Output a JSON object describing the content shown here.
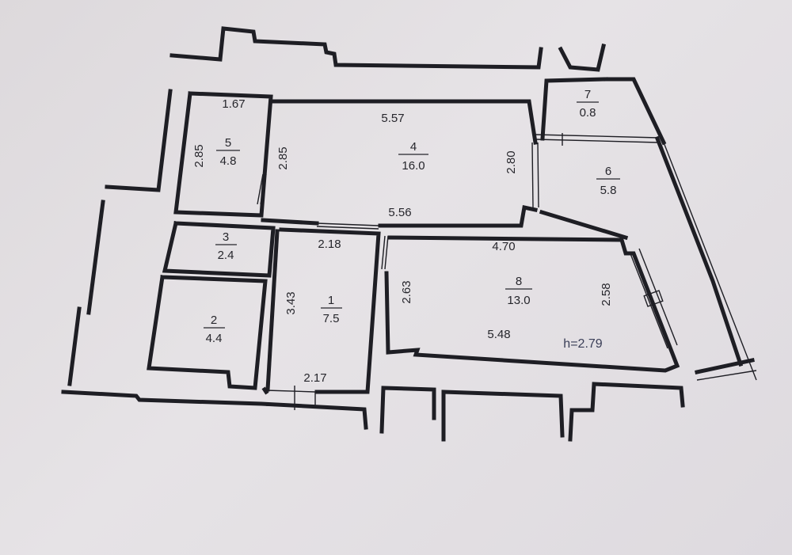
{
  "rooms": [
    {
      "number": "1",
      "area": "7.5"
    },
    {
      "number": "2",
      "area": "4.4"
    },
    {
      "number": "3",
      "area": "2.4"
    },
    {
      "number": "4",
      "area": "16.0"
    },
    {
      "number": "5",
      "area": "4.8"
    },
    {
      "number": "6",
      "area": "5.8"
    },
    {
      "number": "7",
      "area": "0.8"
    },
    {
      "number": "8",
      "area": "13.0"
    }
  ],
  "dimensions": {
    "r5_top": "1.67",
    "r5_left": "2.85",
    "r5_right": "2.85",
    "r4_top": "5.57",
    "r4_right": "2.80",
    "r4_bottom": "5.56",
    "r1_top": "2.18",
    "r1_left": "3.43",
    "r1_bottom": "2.17",
    "r8_top": "4.70",
    "r8_left": "2.63",
    "r8_right": "2.58",
    "r8_bottom": "5.48"
  },
  "ceiling_height": "h=2.79"
}
